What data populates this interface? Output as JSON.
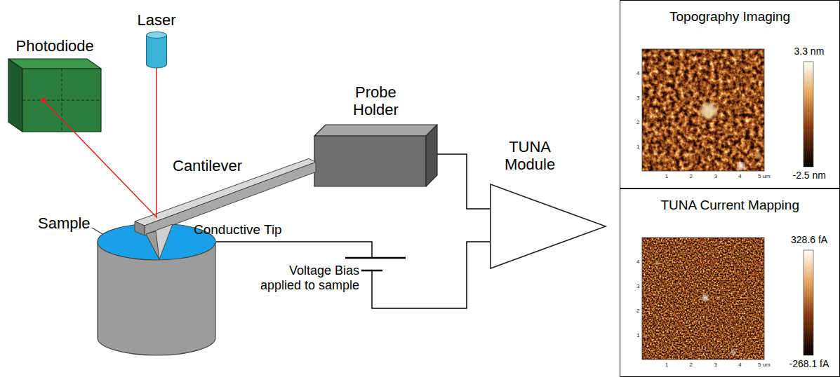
{
  "diagram": {
    "nodes": [
      {
        "text": [
          "Photodiode"
        ]
      },
      {
        "text": [
          "Laser"
        ]
      },
      {
        "text": [
          "Probe Holder"
        ]
      },
      {
        "text": [
          "Sample"
        ]
      },
      {
        "text": [
          "TUNA Module"
        ]
      },
      {
        "text": [
          "Topography Imaging",
          "3.3 nm",
          "-2.5 nm"
        ]
      },
      {
        "text": [
          "TUNA Current Mapping",
          "328.6 fA",
          "-268.1 fA"
        ]
      }
    ],
    "edges": [
      {
        "from": 2,
        "to": 4,
        "arrow": "none"
      },
      {
        "from": 3,
        "to": 4,
        "arrow": "none"
      }
    ],
    "labels": [
      "Cantilever",
      "Conductive Tip",
      "Voltage Bias applied to sample",
      "1",
      "2",
      "3",
      "4",
      "1",
      "2",
      "3",
      "4",
      "5 um",
      "1",
      "2",
      "3",
      "4",
      "1",
      "2",
      "3",
      "4",
      "5 um"
    ]
  }
}
